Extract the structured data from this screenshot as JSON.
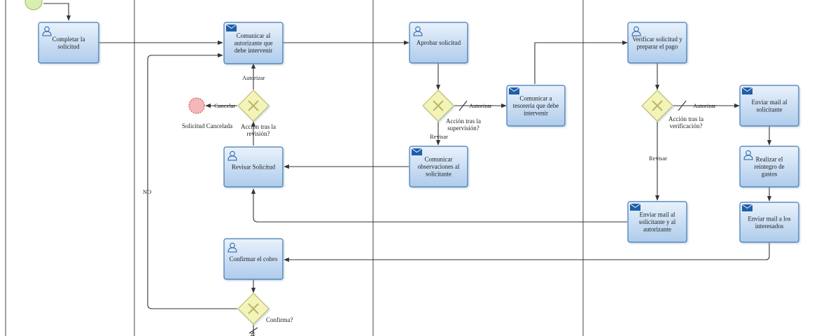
{
  "tasks": {
    "t1": {
      "kind": "user",
      "lines": [
        "Completar la",
        "solicitud"
      ]
    },
    "t2": {
      "kind": "send",
      "lines": [
        "Comunicar al",
        "autorizante que",
        "debe intervenir"
      ]
    },
    "t3": {
      "kind": "user",
      "lines": [
        "Revisar Solicitud"
      ]
    },
    "t4": {
      "kind": "user",
      "lines": [
        "Confirmar el cobro"
      ]
    },
    "t5": {
      "kind": "user",
      "lines": [
        "Aprobar solicitud"
      ]
    },
    "t6": {
      "kind": "send",
      "lines": [
        "Comunicar",
        "observaciones al",
        "solicitante"
      ]
    },
    "t7": {
      "kind": "send",
      "lines": [
        "Comunicar a",
        "tesoreria que debe",
        "intervenir"
      ]
    },
    "t8": {
      "kind": "user",
      "lines": [
        "Verificar solicitud y",
        "preparar el pago"
      ]
    },
    "t9": {
      "kind": "send",
      "lines": [
        "Enviar mail al",
        "solicitante y al",
        "autorizante"
      ]
    },
    "t10": {
      "kind": "send",
      "lines": [
        "Enviar mail al",
        "solicitante"
      ]
    },
    "t11": {
      "kind": "user",
      "lines": [
        "Realizar el",
        "reintegro de",
        "gastos"
      ]
    },
    "t12": {
      "kind": "send",
      "lines": [
        "Enviar mail a los",
        "interesados"
      ]
    }
  },
  "gateways": {
    "g1": {
      "lines": [
        "Acción tras la",
        "revisión?"
      ]
    },
    "g2": {
      "lines": [
        "Confirma?"
      ]
    },
    "g3": {
      "lines": [
        "Acción tras la",
        "supervisión?"
      ]
    },
    "g4": {
      "lines": [
        "Acción tras la",
        "verificación?"
      ]
    }
  },
  "events": {
    "end_cancel": {
      "label": "Solicitud Cancelada"
    }
  },
  "flow_labels": {
    "autorizar_g1": "Autorizar",
    "cancelar": "Cancelar",
    "no": "NO",
    "si": "SI",
    "autorizar_g3": "Autorizar",
    "revisar_g3": "Revisar",
    "autorizar_g4": "Autorizar",
    "revisar_g4": "Revisar"
  },
  "colors": {
    "task_fill_top": "#e9f2fb",
    "task_fill_bottom": "#aecbec",
    "task_stroke": "#3f78b8",
    "icon_blue": "#1f5fa8",
    "gateway_fill": "#f4f4b8",
    "end_event_fill": "#f5b7b7",
    "start_event_fill": "#d9efb0"
  }
}
